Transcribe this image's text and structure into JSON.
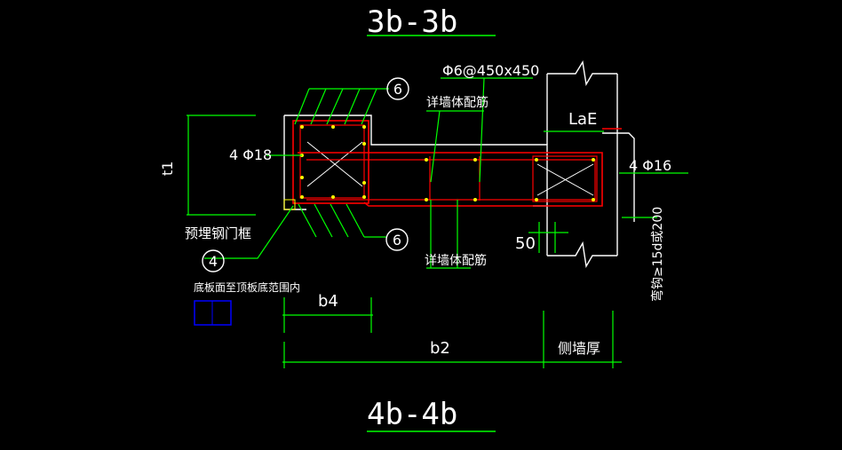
{
  "drawing": {
    "title_top": "3b-3b",
    "title_bottom": "4b-4b",
    "labels": {
      "stirrup_spec": "Φ6@450x450",
      "wall_rebar_top": "详墙体配筋",
      "wall_rebar_bottom": "详墙体配筋",
      "anchorage": "LaE",
      "bars_left": "4 Φ18",
      "bars_right": "4 Φ16",
      "dim_t1": "t1",
      "embedded_frame": "预埋钢门框",
      "bottom_note": "底板面至顶板底范围内",
      "dim_50": "50",
      "bend_note": "弯钩≥15d或200",
      "dim_b4": "b4",
      "dim_b2": "b2",
      "side_wall": "侧墙厚"
    },
    "callouts": {
      "top": "6",
      "bottom": "6",
      "left": "4"
    },
    "colors": {
      "background": "#000000",
      "outline": "#ffffff",
      "rebar": "#ff0000",
      "leader": "#00ff00",
      "dots": "#ffff00",
      "box": "#0000ff"
    }
  }
}
